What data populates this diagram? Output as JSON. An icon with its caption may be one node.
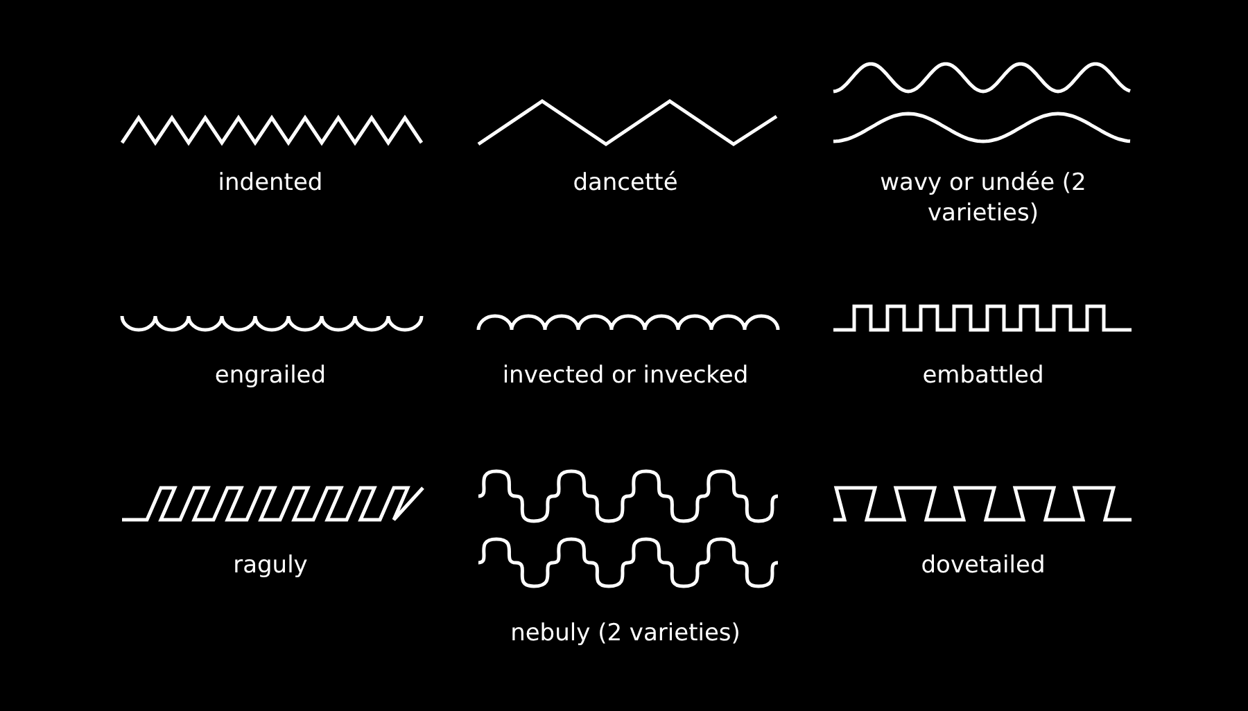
{
  "diagram": {
    "labels": [
      "indented",
      "dancetté",
      "wavy or undée (2 varieties)",
      "engrailed",
      "invected or invecked",
      "embattled",
      "raguly",
      "nebuly (2 varieties)",
      "dovetailed"
    ]
  }
}
